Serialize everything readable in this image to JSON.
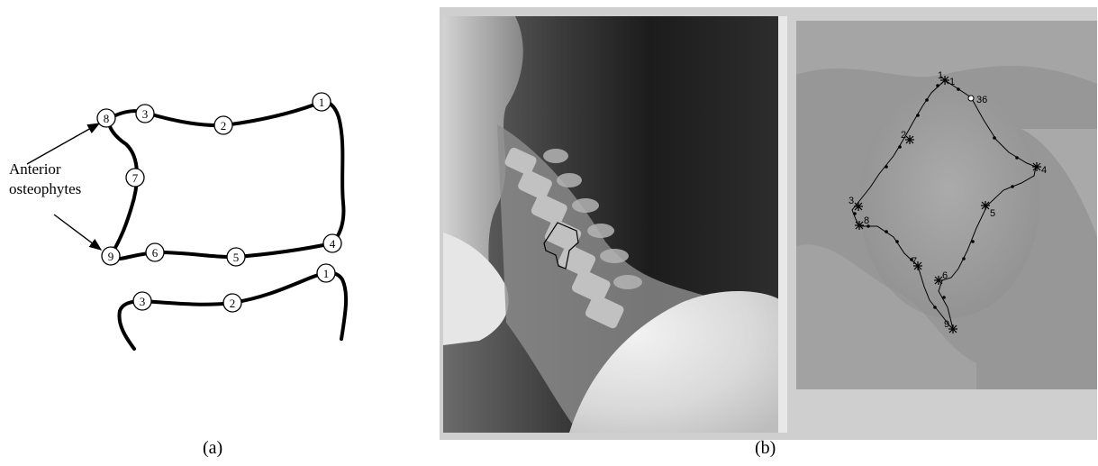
{
  "figure_a": {
    "caption": "(a)",
    "annotation": "Anterior osteophytes",
    "annotation_lines": [
      "Anterior",
      "osteophytes"
    ],
    "upper_vertebra_points": [
      "1",
      "2",
      "3",
      "4",
      "5",
      "6",
      "7",
      "8",
      "9"
    ],
    "lower_vertebra_points": [
      "1",
      "2",
      "3"
    ]
  },
  "figure_b": {
    "caption": "(b)",
    "landmark_labels": [
      "1",
      "36",
      "2",
      "4",
      "3",
      "5",
      "8",
      "7",
      "6",
      "9"
    ]
  }
}
